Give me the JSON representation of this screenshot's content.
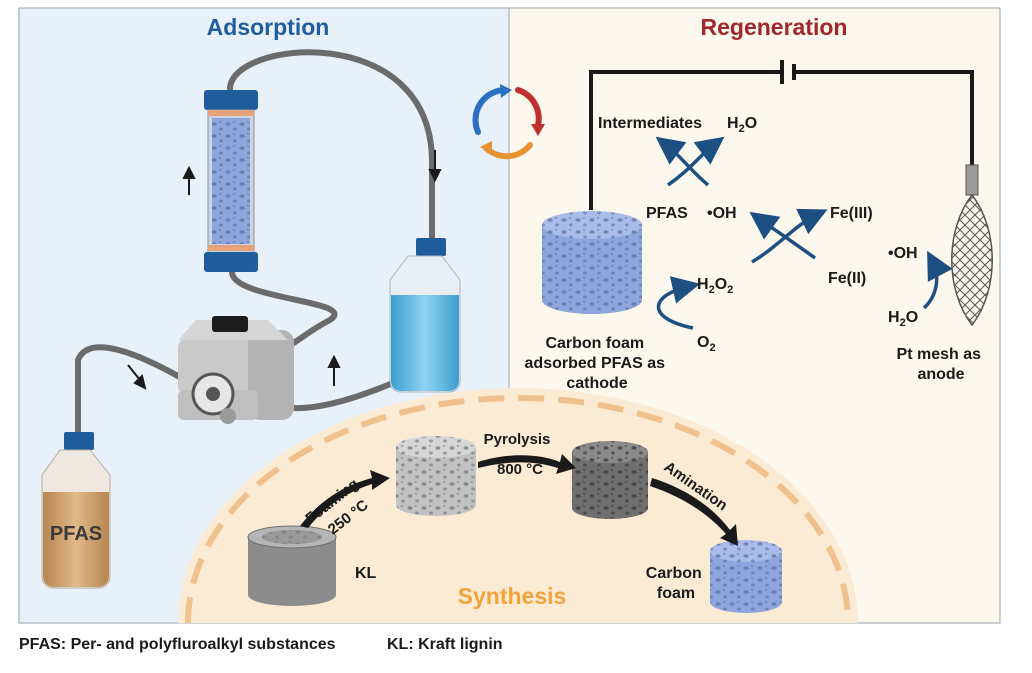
{
  "sections": {
    "adsorption": "Adsorption",
    "regeneration": "Regeneration",
    "synthesis": "Synthesis"
  },
  "colors": {
    "adsorption_title": "#1f5d9c",
    "regeneration_title": "#a3262b",
    "synthesis_title": "#f2a33a",
    "adsorption_bg": "#e8f0f9",
    "regeneration_bg": "#fdf8ee",
    "synthesis_bg": "#fcebd4",
    "foam_blue": "#8fa5dd",
    "reaction_arrow": "#1e4f82"
  },
  "adsorption": {
    "bottle_label": "PFAS"
  },
  "regeneration": {
    "intermediates": "Intermediates",
    "h2o_top": {
      "main": "H",
      "sub": "2",
      "tail": "O"
    },
    "pfas": "PFAS",
    "oh": "•OH",
    "fe3": "Fe(III)",
    "fe2": "Fe(II)",
    "h2o2": {
      "main": "H",
      "sub": "2",
      "mid": "O",
      "sub2": "2"
    },
    "o2": {
      "main": "O",
      "sub": "2"
    },
    "oh_anode": "•OH",
    "h2o_anode": {
      "main": "H",
      "sub": "2",
      "tail": "O"
    },
    "cathode_label": [
      "Carbon foam",
      "adsorbed PFAS as",
      "cathode"
    ],
    "anode_label": [
      "Pt mesh as",
      "anode"
    ]
  },
  "synthesis": {
    "foaming": "Foaming",
    "foaming_temp": "250 °C",
    "pyrolysis": "Pyrolysis",
    "pyrolysis_temp": "800 °C",
    "amination": "Amination",
    "kl": "KL",
    "carbon_foam": [
      "Carbon",
      "foam"
    ]
  },
  "footer": {
    "pfas_def": "PFAS: Per- and polyfluroalkyl substances",
    "kl_def": "KL: Kraft lignin"
  }
}
